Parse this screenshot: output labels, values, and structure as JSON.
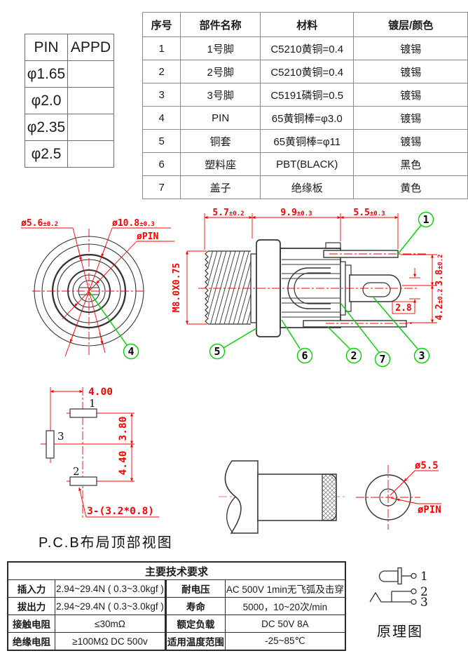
{
  "pin_table": {
    "headers": [
      "PIN",
      "APPD"
    ],
    "rows": [
      "φ1.65",
      "φ2.0",
      "φ2.35",
      "φ2.5"
    ]
  },
  "parts_table": {
    "headers": [
      "序号",
      "部件名称",
      "材料",
      "镀层/颜色"
    ],
    "rows": [
      [
        "1",
        "1号脚",
        "C5210黄铜=0.4",
        "镀锡"
      ],
      [
        "2",
        "2号脚",
        "C5210黄铜=0.4",
        "镀锡"
      ],
      [
        "3",
        "3号脚",
        "C5191磷铜=0.5",
        "镀锡"
      ],
      [
        "4",
        "PIN",
        "65黄铜棒=φ3.0",
        "镀锡"
      ],
      [
        "5",
        "铜套",
        "65黄铜棒=φ11",
        "镀锡"
      ],
      [
        "6",
        "塑料座",
        "PBT(BLACK)",
        "黑色"
      ],
      [
        "7",
        "盖子",
        "绝缘板",
        "黄色"
      ]
    ]
  },
  "front_view": {
    "dim_body": {
      "main": "ø5.6",
      "tol": "±0.2"
    },
    "dim_outer": {
      "main": "ø10.8",
      "tol": "±0.3"
    },
    "dim_pin": "øPIN",
    "callout": "4"
  },
  "side_view": {
    "dim_thread_len": {
      "main": "5.7",
      "tol": "±0.2"
    },
    "dim_body_len": {
      "main": "9.9",
      "tol": "±0.3"
    },
    "dim_tab_len": {
      "main": "5.5",
      "tol": "±0.3"
    },
    "dim_thread": "M8.0X0.75",
    "dim_upper": {
      "main": "3.8",
      "tol": "±0.2"
    },
    "dim_lower": {
      "main": "4.2",
      "tol": "±0.2"
    },
    "dim_pin_tip": "2.8",
    "callout_1": "1",
    "callout_2": "2",
    "callout_3": "3",
    "callout_5": "5",
    "callout_6": "6",
    "callout_7": "7"
  },
  "pcb_view": {
    "dim_width": "4.00",
    "dim_upper": "3.80",
    "dim_lower": "4.40",
    "pad1": "1",
    "pad2": "2",
    "pad3": "3",
    "slot_note": "3-(3.2*0.8)",
    "caption": "P.C.B布局顶部视图"
  },
  "plug_view": {
    "dim_outer": "ø5.5",
    "dim_pin": "øPIN"
  },
  "schematic": {
    "pin1": "1",
    "pin2": "2",
    "pin3": "3",
    "caption": "原理图"
  },
  "tech_table": {
    "title": "主要技术要求",
    "rows": [
      [
        "插入力",
        "2.94~29.4N ( 0.3~3.0kgf )",
        "耐电压",
        "AC 500V 1min无飞弧及击穿"
      ],
      [
        "拔出力",
        "2.94~29.4N ( 0.3~3.0kgf )",
        "寿命",
        "5000，10~20次/min"
      ],
      [
        "接触电阻",
        "≤30mΩ",
        "额定负载",
        "DC 50V 8A"
      ],
      [
        "绝缘电阻",
        "≥100MΩ DC 500v",
        "适用温度范围",
        "-25~85℃"
      ]
    ]
  },
  "colors": {
    "dimension": "#ff0000",
    "callout": "#00d400",
    "line": "#333333"
  }
}
